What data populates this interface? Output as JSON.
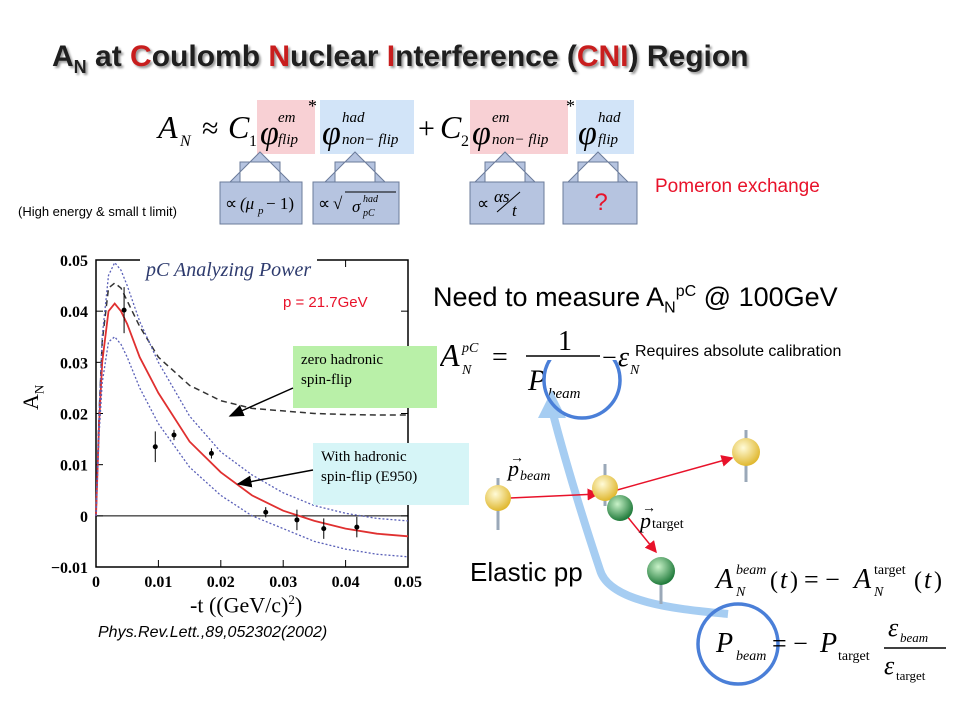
{
  "title": {
    "A": "A",
    "N": "N",
    "at": " at ",
    "C": "C",
    "oulomb": "oulomb ",
    "N2": "N",
    "uclear": "uclear ",
    "I": "I",
    "nterference": "nterference (",
    "CNI": "CNI",
    "region": ") Region"
  },
  "formula_note": "(High energy & small t limit)",
  "question_mark": "?",
  "pomeron": "Pomeron exchange",
  "plot": {
    "title": "pC Analyzing Power",
    "momentum": "p = 21.7GeV",
    "ylabel": "A",
    "ylabel_sub": "N",
    "xlabel": "-t ((GeV/c)",
    "xlabel_sup": "2",
    "xlabel_end": ")",
    "callout_zero_line1": "zero hadronic",
    "callout_zero_line2": "spin-flip",
    "callout_with_line1": "With hadronic",
    "callout_with_line2": "spin-flip (E950)"
  },
  "chart_data": {
    "type": "line",
    "title": "pC Analyzing Power",
    "xlabel": "-t ((GeV/c)^2)",
    "ylabel": "A_N",
    "xlim": [
      0,
      0.05
    ],
    "ylim": [
      -0.01,
      0.05
    ],
    "xticks": [
      "0",
      "0.01",
      "0.02",
      "0.03",
      "0.04",
      "0.05"
    ],
    "yticks": [
      "0.05",
      "0.04",
      "0.03",
      "0.02",
      "0.01",
      "0",
      "−0.01"
    ],
    "series": [
      {
        "name": "zero hadronic spin-flip",
        "style": "dashed",
        "x": [
          0.0005,
          0.001,
          0.002,
          0.003,
          0.004,
          0.005,
          0.007,
          0.01,
          0.015,
          0.02,
          0.025,
          0.03,
          0.035,
          0.04,
          0.045,
          0.05
        ],
        "y": [
          0.02,
          0.034,
          0.0445,
          0.0455,
          0.0445,
          0.042,
          0.037,
          0.031,
          0.0255,
          0.0225,
          0.021,
          0.0205,
          0.02,
          0.0198,
          0.0197,
          0.0197
        ]
      },
      {
        "name": "With hadronic spin-flip (E950)",
        "style": "solid",
        "x": [
          0.0005,
          0.001,
          0.002,
          0.003,
          0.004,
          0.005,
          0.007,
          0.01,
          0.015,
          0.02,
          0.025,
          0.03,
          0.035,
          0.04,
          0.045,
          0.05
        ],
        "y": [
          0.018,
          0.03,
          0.04,
          0.0415,
          0.04,
          0.0375,
          0.031,
          0.024,
          0.0145,
          0.0085,
          0.004,
          0.001,
          -0.001,
          -0.0025,
          -0.0035,
          -0.004
        ]
      },
      {
        "name": "upper band",
        "style": "dotted",
        "x": [
          0.0005,
          0.001,
          0.002,
          0.003,
          0.004,
          0.005,
          0.007,
          0.01,
          0.015,
          0.02,
          0.025,
          0.03,
          0.035,
          0.04,
          0.045,
          0.05
        ],
        "y": [
          0.02,
          0.035,
          0.047,
          0.0495,
          0.048,
          0.045,
          0.038,
          0.03,
          0.0195,
          0.0125,
          0.008,
          0.0045,
          0.002,
          0.0005,
          -0.0005,
          -0.001
        ]
      },
      {
        "name": "lower band",
        "style": "dotted",
        "x": [
          0.0005,
          0.001,
          0.002,
          0.003,
          0.004,
          0.005,
          0.007,
          0.01,
          0.015,
          0.02,
          0.025,
          0.03,
          0.035,
          0.04,
          0.045,
          0.05
        ],
        "y": [
          0.016,
          0.026,
          0.034,
          0.035,
          0.0335,
          0.031,
          0.025,
          0.018,
          0.0095,
          0.004,
          0.0,
          -0.0025,
          -0.005,
          -0.0065,
          -0.0075,
          -0.008
        ]
      }
    ],
    "points": {
      "x": [
        0.0045,
        0.0095,
        0.0125,
        0.0185,
        0.0272,
        0.0322,
        0.0365,
        0.0418
      ],
      "y": [
        0.0402,
        0.0135,
        0.0158,
        0.0122,
        0.0007,
        -0.0008,
        -0.0025,
        -0.0022
      ],
      "err": [
        0.0045,
        0.003,
        0.001,
        0.001,
        0.001,
        0.002,
        0.002,
        0.002
      ]
    }
  },
  "need": {
    "text": "Need to measure A",
    "sub": "N",
    "sup": "pC",
    "tail": " @ 100GeV"
  },
  "requires": "Requires absolute calibration",
  "elastic": "Elastic pp",
  "reference": "Phys.Rev.Lett.,89,052302(2002)"
}
